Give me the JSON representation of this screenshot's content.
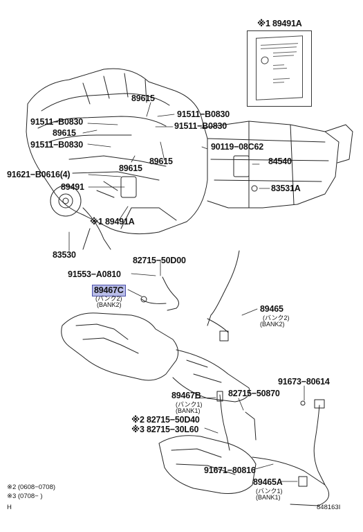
{
  "labels": {
    "doc_part": "※1 89491A",
    "p89615_top": "89615",
    "p91511_top_right": "91511−B0830",
    "p91511_left1": "91511−B0830",
    "p91511_right2": "91511−B0830",
    "p89615_left": "89615",
    "p91511_left2": "91511−B0830",
    "p90119": "90119−08C62",
    "p84540": "84540",
    "p89615_mid": "89615",
    "p89615_right": "89615",
    "p91621": "91621−B0616(4)",
    "p89491": "89491",
    "p83531": "83531A",
    "p89491a": "※1 89491A",
    "p83530": "83530",
    "p82715_50d00": "82715−50D00",
    "p91553": "91553−A0810",
    "p89467c": "89467C",
    "p89465": "89465",
    "p89467b": "89467B",
    "p82715_50870": "82715−50870",
    "p91673": "91673−80614",
    "p82715_50d40": "※2 82715−50D40",
    "p82715_30l60": "※3 82715−30L60",
    "p91671": "91671−80816",
    "p89465a": "89465A"
  },
  "sublabels": {
    "c_jp": "(バンク2)",
    "c_en": "(BANK2)",
    "r_jp": "(バンク2)",
    "r_en": "(BANK2)",
    "b_jp": "(バンク1)",
    "b_en": "(BANK1)",
    "a_jp": "(バンク1)",
    "a_en": "(BANK1)"
  },
  "notes": {
    "note2": "※2 (0608−0708)",
    "note3": "※3 (0708−      )",
    "corner_mark": "H",
    "diagram_id": "848163I"
  }
}
